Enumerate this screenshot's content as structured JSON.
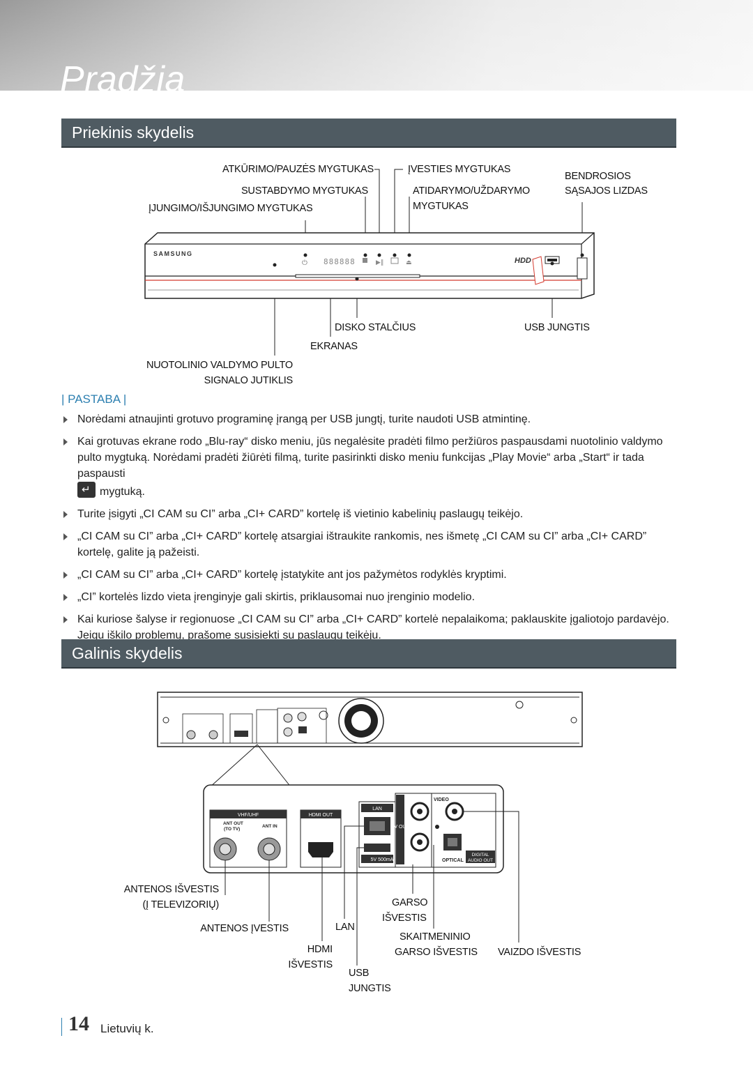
{
  "header": {
    "title": "Pradžia"
  },
  "front_panel": {
    "heading": "Priekinis skydelis",
    "brand": "SAMSUNG",
    "display_digits": "888888",
    "labels": {
      "play_pause": "ATKŪRIMO/PAUZĖS MYGTUKAS",
      "stop": "SUSTABDYMO MYGTUKAS",
      "power": "ĮJUNGIMO/IŠJUNGIMO MYGTUKAS",
      "input": "ĮVESTIES MYGTUKAS",
      "open_close_1": "ATIDARYMO/UŽDARYMO",
      "open_close_2": "MYGTUKAS",
      "common_interface_1": "BENDROSIOS",
      "common_interface_2": "SĄSAJOS LIZDAS",
      "disc_tray": "DISKO STALČIUS",
      "usb": "USB JUNGTIS",
      "display": "EKRANAS",
      "remote_sensor_1": "NUOTOLINIO VALDYMO PULTO",
      "remote_sensor_2": "SIGNALO JUTIKLIS"
    }
  },
  "note": {
    "title": "PASTABA",
    "items": [
      "Norėdami atnaujinti grotuvo programinę įrangą per USB jungtį, turite naudoti USB atmintinę.",
      "Kai grotuvas ekrane rodo „Blu-ray“ disko meniu, jūs negalėsite pradėti filmo peržiūros paspausdami nuotolinio valdymo pulto mygtuką. Norėdami pradėti žiūrėti filmą, turite pasirinkti disko meniu funkcijas „Play Movie“ arba „Start“ ir tada paspausti",
      "mygtuką.",
      "Turite įsigyti „CI CAM su CI” arba „CI+ CARD” kortelę iš vietinio kabelinių paslaugų teikėjo.",
      "„CI CAM su CI” arba „CI+ CARD” kortelę atsargiai ištraukite rankomis, nes išmetę „CI CAM su CI” arba „CI+ CARD” kortelę, galite ją pažeisti.",
      "„CI CAM su CI” arba „CI+ CARD” kortelę įstatykite ant jos pažymėtos rodyklės kryptimi.",
      "„CI” kortelės lizdo vieta įrenginyje gali skirtis, priklausomai nuo įrenginio modelio.",
      "Kai kuriose šalyse ir regionuose „CI CAM su CI” arba „CI+ CARD” kortelė nepalaikoma; paklauskite įgaliotojo pardavėjo. Jeigu iškilo problemų, prašome susisiekti su paslaugų teikėju."
    ]
  },
  "rear_panel": {
    "heading": "Galinis skydelis",
    "panel_text": {
      "vhf_uhf": "VHF/UHF",
      "ant_out": "ANT OUT",
      "to_tv": "(TO TV)",
      "ant_in": "ANT IN",
      "hdmi_out": "HDMI OUT",
      "lan": "LAN",
      "av_out": "AV OUT",
      "video": "VIDEO",
      "usb_power": "5V 500mA",
      "optical": "OPTICAL",
      "digital": "DIGITAL",
      "audio_out": "AUDIO OUT"
    },
    "labels": {
      "antenna_out_1": "ANTENOS IŠVESTIS",
      "antenna_out_2": "(Į TELEVIZORIŲ)",
      "antenna_in": "ANTENOS ĮVESTIS",
      "lan": "LAN",
      "hdmi_1": "HDMI",
      "hdmi_2": "IŠVESTIS",
      "usb_1": "USB",
      "usb_2": "JUNGTIS",
      "audio_1": "GARSO",
      "audio_2": "IŠVESTIS",
      "digital_audio_1": "SKAITMENINIO",
      "digital_audio_2": "GARSO IŠVESTIS",
      "video_out": "VAIZDO IŠVESTIS"
    }
  },
  "footer": {
    "page_number": "14",
    "language": "Lietuvių k."
  },
  "colors": {
    "section_bar": "#4f5b62",
    "note_accent": "#2c7fb0",
    "device_red": "#d43a2e"
  }
}
